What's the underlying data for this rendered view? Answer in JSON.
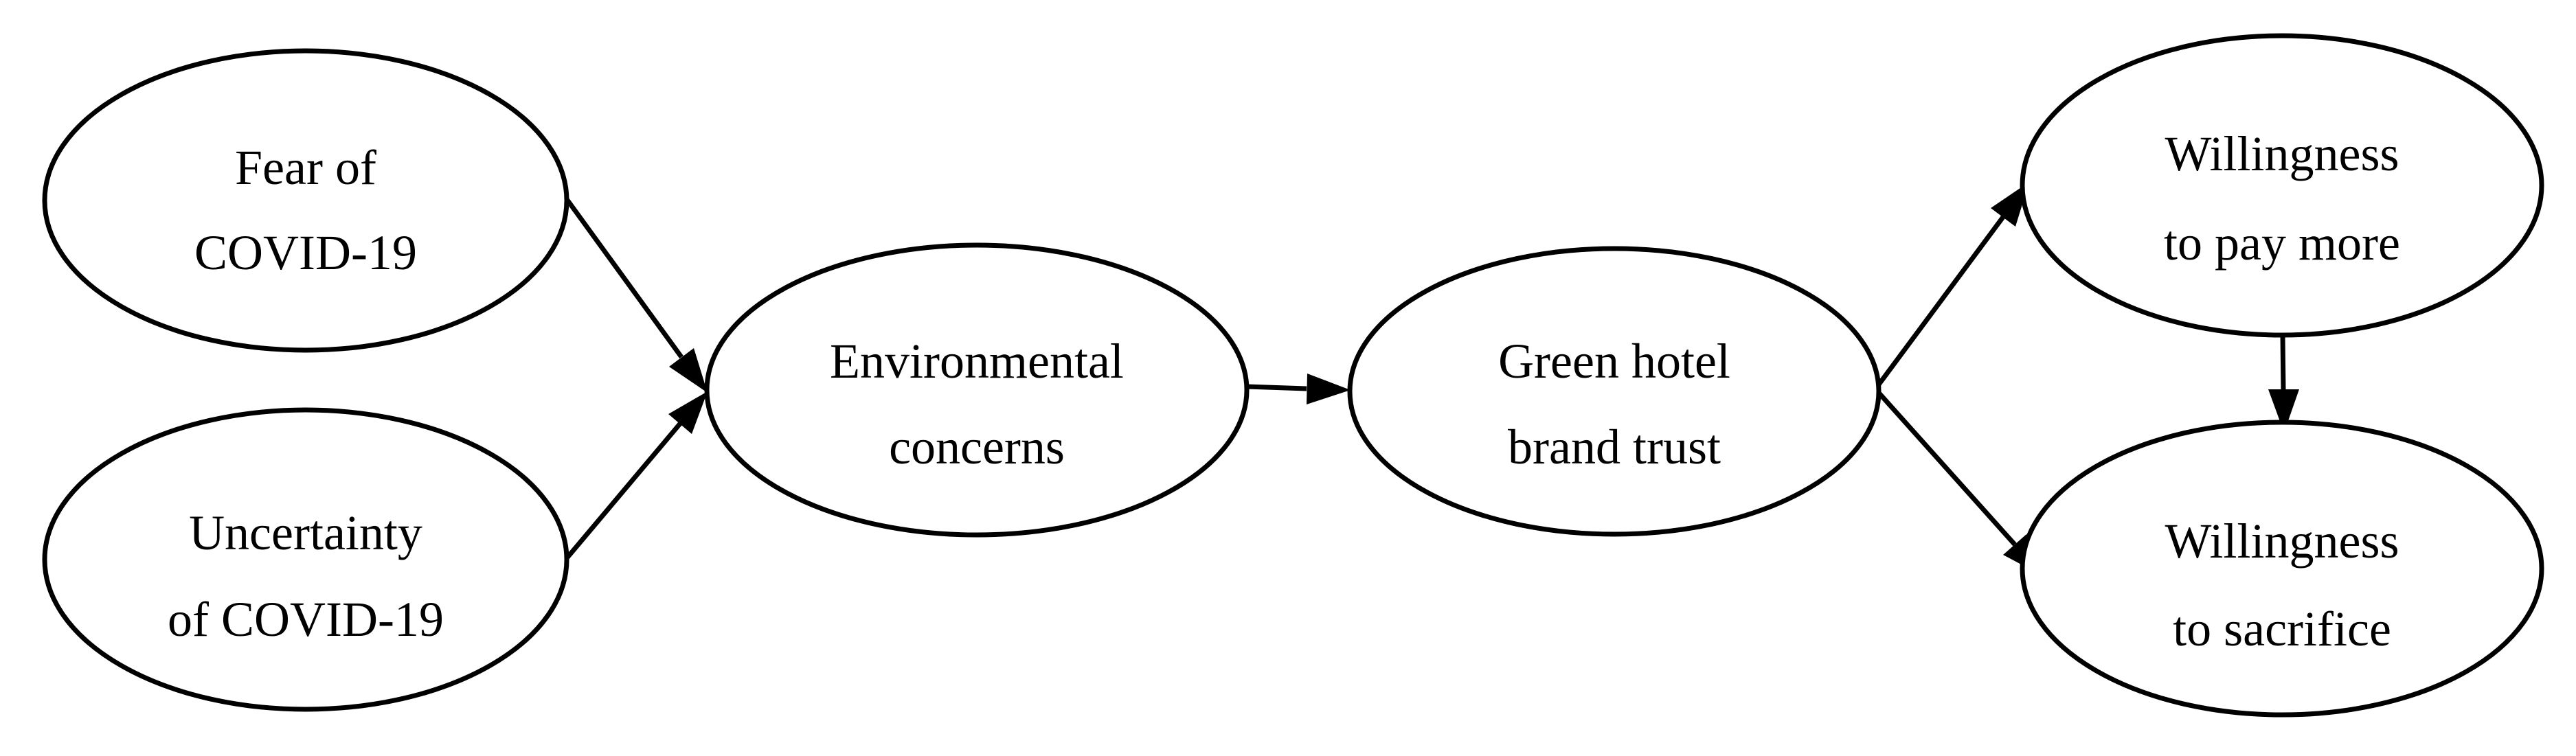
{
  "diagram": {
    "nodes": [
      {
        "id": "fear",
        "lines": [
          "Fear of",
          "COVID-19"
        ]
      },
      {
        "id": "uncertainty",
        "lines": [
          "Uncertainty",
          "of COVID-19"
        ]
      },
      {
        "id": "environmental",
        "lines": [
          "Environmental",
          "concerns"
        ]
      },
      {
        "id": "trust",
        "lines": [
          "Green hotel",
          "brand trust"
        ]
      },
      {
        "id": "pay",
        "lines": [
          "Willingness",
          "to pay more"
        ]
      },
      {
        "id": "sacrifice",
        "lines": [
          "Willingness",
          "to sacrifice"
        ]
      }
    ],
    "edges": [
      {
        "from": "fear",
        "to": "environmental"
      },
      {
        "from": "uncertainty",
        "to": "environmental"
      },
      {
        "from": "environmental",
        "to": "trust"
      },
      {
        "from": "trust",
        "to": "pay"
      },
      {
        "from": "trust",
        "to": "sacrifice"
      },
      {
        "from": "pay",
        "to": "sacrifice"
      }
    ],
    "colors": {
      "stroke": "#000000",
      "fill": "#ffffff",
      "text": "#000000"
    }
  }
}
